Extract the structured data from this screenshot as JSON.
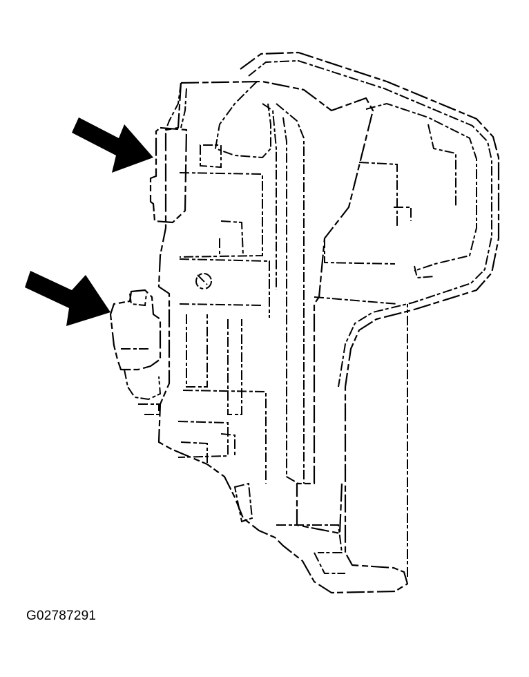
{
  "figure": {
    "id_label": "G02787291",
    "callouts": [
      {
        "name": "upper-arrow",
        "points_to": "upper-connector"
      },
      {
        "name": "lower-arrow",
        "points_to": "lower-connector"
      }
    ],
    "colors": {
      "line": "#000000",
      "background": "#ffffff"
    }
  }
}
